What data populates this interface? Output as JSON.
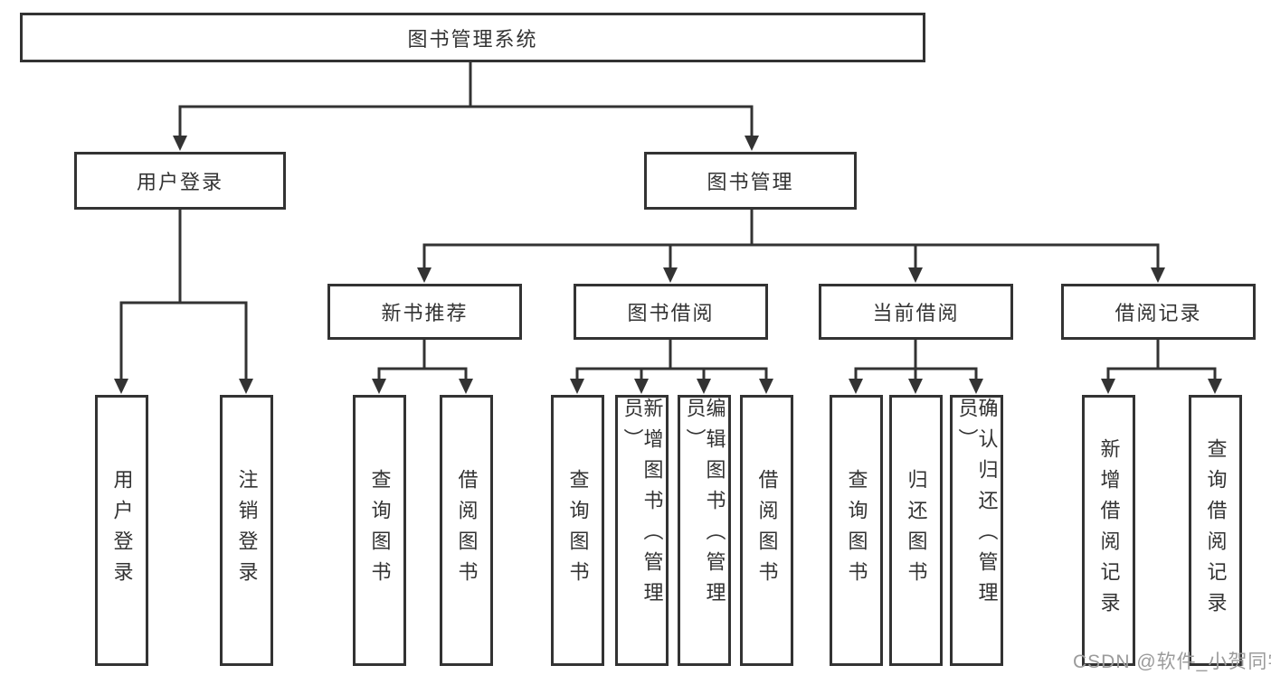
{
  "diagram": {
    "root": "图书管理系统",
    "level2": [
      "用户登录",
      "图书管理"
    ],
    "level3": [
      "新书推荐",
      "图书借阅",
      "当前借阅",
      "借阅记录"
    ],
    "leaves": {
      "user_login": [
        "用户登录",
        "注销登录"
      ],
      "new_book": [
        "查询图书",
        "借阅图书"
      ],
      "book_borrow": [
        "查询图书",
        "新增图书（管理员）",
        "编辑图书（管理员）",
        "借阅图书"
      ],
      "current_borrow": [
        "查询图书",
        "归还图书",
        "确认归还（管理员）"
      ],
      "borrow_records": [
        "新增借阅记录",
        "查询借阅记录"
      ]
    }
  },
  "watermark": "CSDN @软件_小贺同学",
  "colors": {
    "line": "#333333",
    "text": "#333333",
    "background": "#ffffff",
    "watermark": "#9b9b9b"
  }
}
